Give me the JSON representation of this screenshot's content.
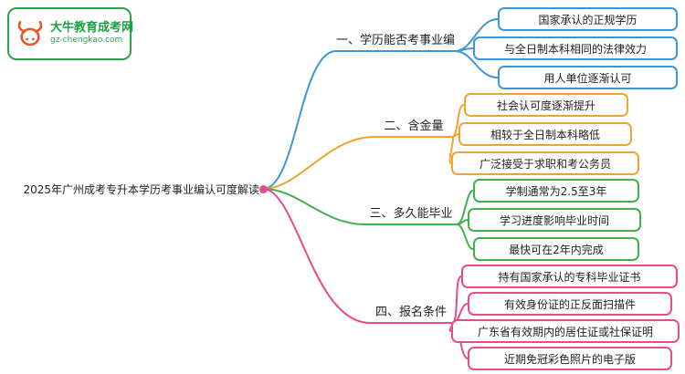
{
  "logo": {
    "site_name": "大牛教育成考网",
    "site_url": "gz-chengkao.com",
    "brand_green": "#2fa14c",
    "bull_orange": "#e8542e"
  },
  "root": {
    "title": "2025年广州成考专升本学历考事业编认可度解读",
    "dot_color": "#e94b86"
  },
  "branches": [
    {
      "label": "一、学历能否考事业编",
      "color": "#3f96d6",
      "children": [
        "国家承认的正规学历",
        "与全日制本科相同的法律效力",
        "用人单位逐渐认可"
      ]
    },
    {
      "label": "二、含金量",
      "color": "#f0a32f",
      "children": [
        "社会认可度逐渐提升",
        "相较于全日制本科略低",
        "广泛接受于求职和考公务员"
      ]
    },
    {
      "label": "三、多久能毕业",
      "color": "#43b050",
      "children": [
        "学制通常为2.5至3年",
        "学习进度影响毕业时间",
        "最快可在2年内完成"
      ]
    },
    {
      "label": "四、报名条件",
      "color": "#e94b86",
      "children": [
        "持有国家承认的专科毕业证书",
        "有效身份证的正反面扫描件",
        "广东省有效期内的居住证或社保证明",
        "近期免冠彩色照片的电子版"
      ]
    }
  ]
}
